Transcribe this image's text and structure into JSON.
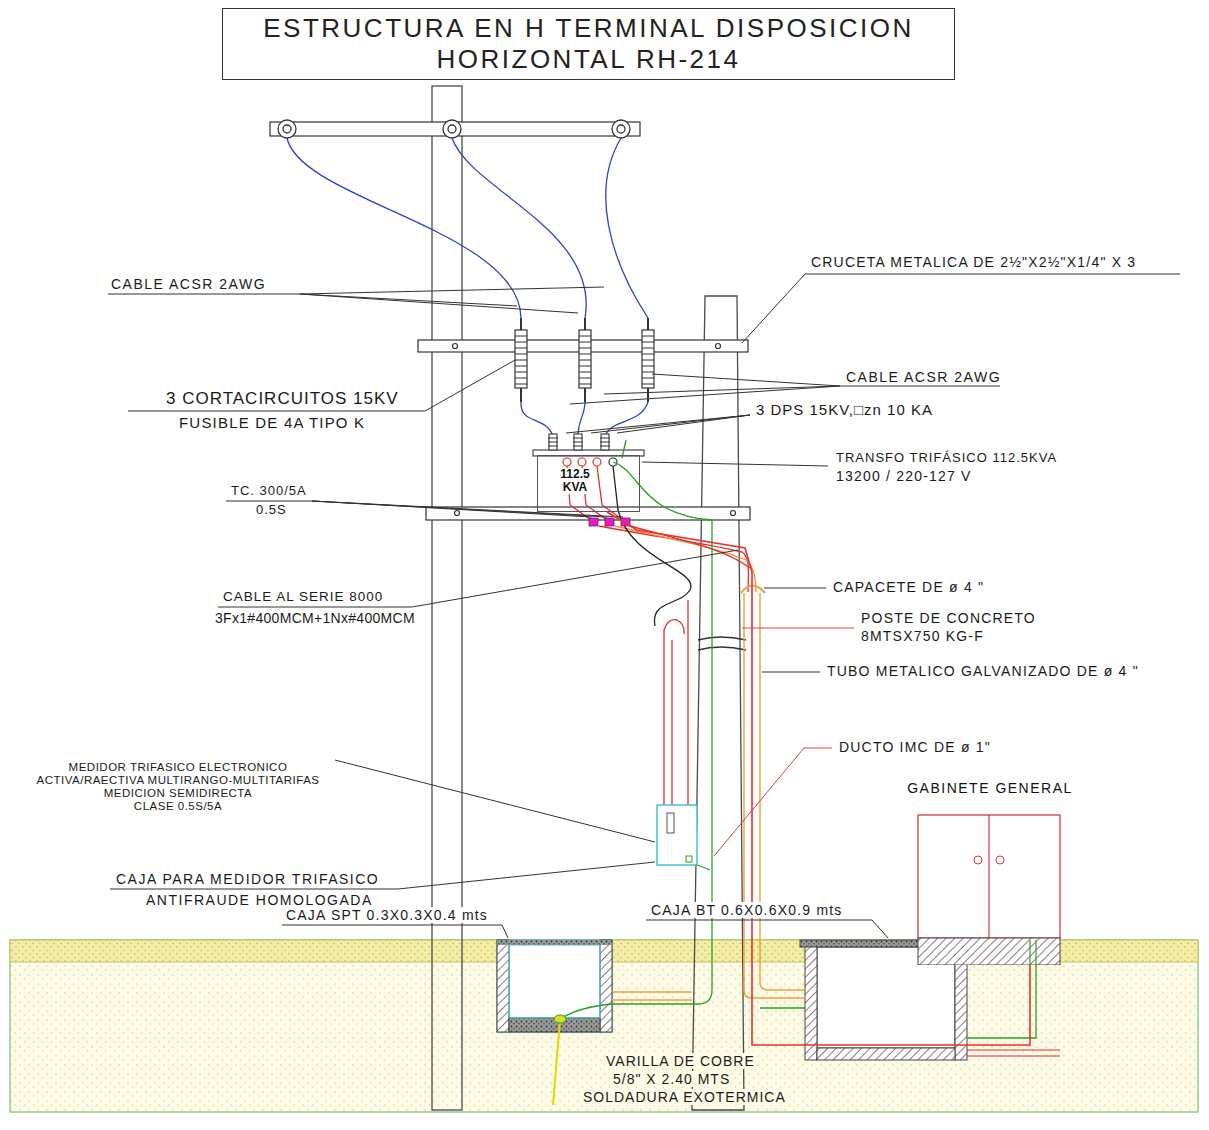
{
  "diagram": {
    "title": "ESTRUCTURA EN H TERMINAL DISPOSICION HORIZONTAL RH-214",
    "nodes": [
      {
        "text": [
          "112.5 KVA"
        ]
      },
      {
        "text": [
          "GABINETE GENERAL"
        ]
      }
    ],
    "edges": [
      {
        "from": 0,
        "to": 1,
        "arrow": "none"
      }
    ],
    "labels": [
      "CABLE ACSR 2AWG",
      "CRUCETA METALICA DE 2½\"X2½\"X1/4\" X 3",
      "3 CORTACIRCUITOS 15KV",
      "FUSIBLE DE 4A TIPO K",
      "CABLE ACSR 2AWG",
      "3 DPS 15KV,□zn 10 KA",
      "TRANSFO TRIFÁSICO 112.5KVA",
      "13200 / 220-127 V",
      "TC. 300/5A",
      "0.5S",
      "CABLE AL SERIE 8000",
      "3Fx1#400MCM+1Nx#400MCM",
      "CAPACETE DE ø 4 \"",
      "POSTE DE CONCRETO",
      "8MTSX750 KG-F",
      "TUBO METALICO GALVANIZADO DE ø 4 \"",
      "DUCTO IMC DE ø 1\"",
      "MEDIDOR TRIFASICO ELECTRONICO",
      "ACTIVA/RAECTIVA MULTIRANGO-MULTITARIFAS",
      "MEDICION SEMIDIRECTA",
      "CLASE 0.5S/5A",
      "CAJA PARA MEDIDOR TRIFASICO",
      "ANTIFRAUDE HOMOLOGADA",
      "CAJA SPT 0.3X0.3X0.4 mts",
      "CAJA BT 0.6X0.6X0.9 mts",
      "VARILLA DE COBRE",
      "5/8\" X 2.40 MTS",
      "SOLDADURA EXOTERMICA"
    ]
  }
}
